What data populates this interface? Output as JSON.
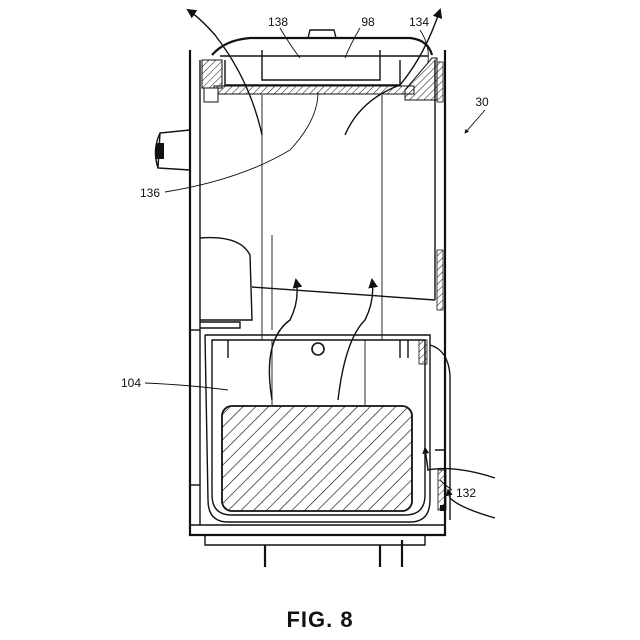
{
  "figure_caption": "FIG. 8",
  "reference_labels": {
    "r138": "138",
    "r98": "98",
    "r134": "134",
    "r30": "30",
    "r136": "136",
    "r104": "104",
    "r132": "132"
  }
}
